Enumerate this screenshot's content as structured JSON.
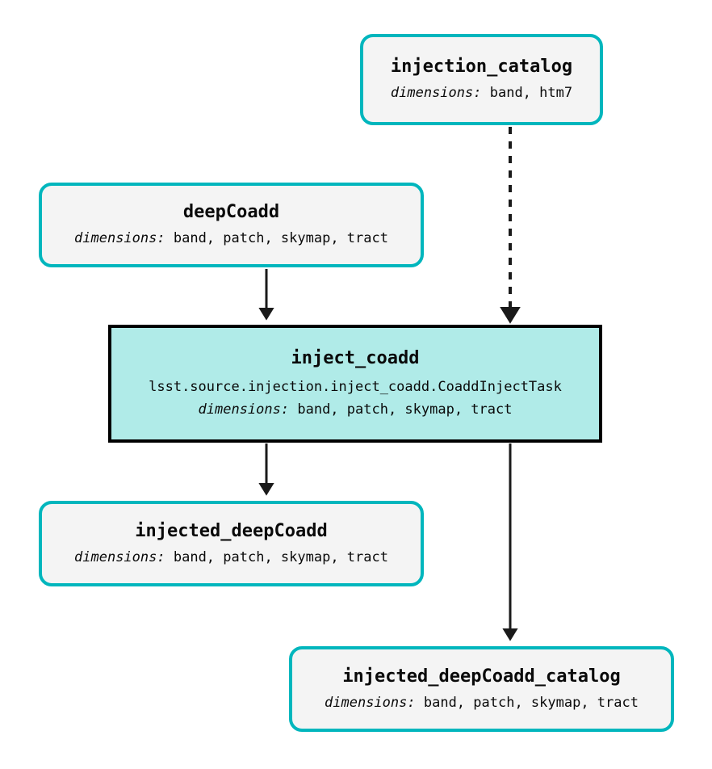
{
  "diagram": {
    "type": "pipeline-dag",
    "background_color": "#ffffff",
    "dataset_node_fill": "#f4f4f4",
    "dataset_node_border": "#00b6bd",
    "task_node_fill": "#b0ebe8",
    "task_node_border": "#000000",
    "edge_color": "#1a1a1a",
    "dims_label": "dimensions:"
  },
  "nodes": {
    "injection_catalog": {
      "title": "injection_catalog",
      "dims_label": "dimensions:",
      "dims_value": "band, htm7",
      "kind": "dataset"
    },
    "deepCoadd": {
      "title": "deepCoadd",
      "dims_label": "dimensions:",
      "dims_value": "band, patch, skymap, tract",
      "kind": "dataset"
    },
    "inject_coadd": {
      "title": "inject_coadd",
      "class_path": "lsst.source.injection.inject_coadd.CoaddInjectTask",
      "dims_label": "dimensions:",
      "dims_value": "band, patch, skymap, tract",
      "kind": "task"
    },
    "injected_deepCoadd": {
      "title": "injected_deepCoadd",
      "dims_label": "dimensions:",
      "dims_value": "band, patch, skymap, tract",
      "kind": "dataset"
    },
    "injected_deepCoadd_catalog": {
      "title": "injected_deepCoadd_catalog",
      "dims_label": "dimensions:",
      "dims_value": "band, patch, skymap, tract",
      "kind": "dataset"
    }
  },
  "edges": [
    {
      "from": "injection_catalog",
      "to": "inject_coadd",
      "style": "dashed"
    },
    {
      "from": "deepCoadd",
      "to": "inject_coadd",
      "style": "solid"
    },
    {
      "from": "inject_coadd",
      "to": "injected_deepCoadd",
      "style": "solid"
    },
    {
      "from": "inject_coadd",
      "to": "injected_deepCoadd_catalog",
      "style": "solid"
    }
  ]
}
